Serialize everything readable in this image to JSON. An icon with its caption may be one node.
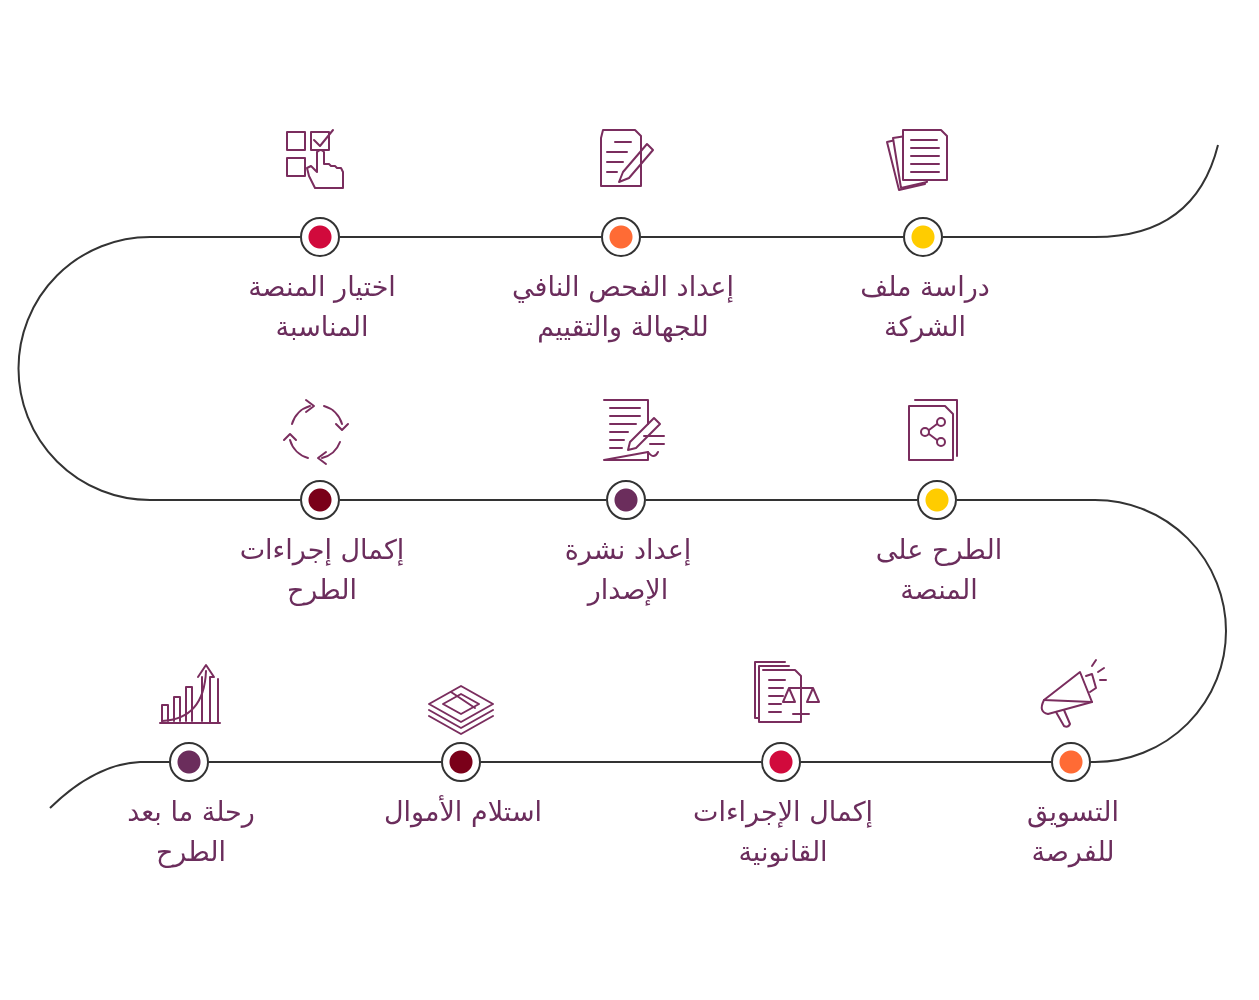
{
  "diagram": {
    "nodes": [
      {
        "text": [
          "دراسة ملف الشركة"
        ]
      },
      {
        "text": [
          "إعداد الفحص النافي للجهالة والتقييم"
        ]
      },
      {
        "text": [
          "اختيار المنصة المناسبة"
        ]
      },
      {
        "text": [
          "الطرح على المنصة"
        ]
      },
      {
        "text": [
          "إعداد نشرة الإصدار"
        ]
      },
      {
        "text": [
          "إكمال إجراءات الطرح"
        ]
      },
      {
        "text": [
          "التسويق للفرصة"
        ]
      },
      {
        "text": [
          "إكمال الإجراءات القانونية"
        ]
      },
      {
        "text": [
          "استلام الأموال"
        ]
      },
      {
        "text": [
          "رحلة ما بعد الطرح"
        ]
      }
    ],
    "edges": [
      {
        "from": null,
        "to": 0,
        "arrow": "none"
      },
      {
        "from": 0,
        "to": 1,
        "arrow": "none"
      },
      {
        "from": 1,
        "to": 2,
        "arrow": "none"
      },
      {
        "from": 2,
        "to": 5,
        "arrow": "none"
      },
      {
        "from": 5,
        "to": 4,
        "arrow": "none"
      },
      {
        "from": 4,
        "to": 3,
        "arrow": "none"
      },
      {
        "from": 3,
        "to": 6,
        "arrow": "none"
      },
      {
        "from": 6,
        "to": 7,
        "arrow": "none"
      },
      {
        "from": 7,
        "to": 8,
        "arrow": "none"
      },
      {
        "from": 8,
        "to": 9,
        "arrow": "none"
      },
      {
        "from": 9,
        "to": null,
        "arrow": "none"
      }
    ]
  }
}
